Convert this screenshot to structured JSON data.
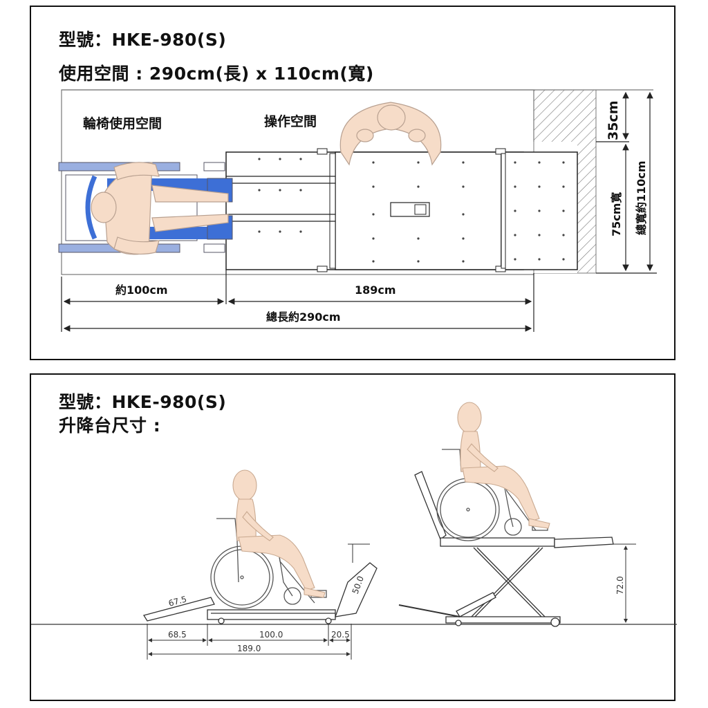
{
  "top_panel": {
    "model_line": "型號：HKE-980(S)",
    "space_line": "使用空間 : 290cm(長) x 110cm(寬)",
    "labels": {
      "wheelchair_area": "輪椅使用空間",
      "operation_area": "操作空間"
    },
    "dimensions": {
      "approx_100": "約100cm",
      "length_189": "189cm",
      "total_length": "總長約290cm",
      "clearance_35": "35cm",
      "width_75": "75cm寬",
      "total_width": "總寬約110cm"
    }
  },
  "bottom_panel": {
    "model_line": "型號：HKE-980(S)",
    "size_line": "升降台尺寸 :",
    "dimensions": {
      "ramp_length": "67.5",
      "ramp_base": "68.5",
      "platform": "100.0",
      "rear": "20.5",
      "total": "189.0",
      "flap_height": "50.0",
      "lift_height": "72.0"
    }
  },
  "colors": {
    "skin": "#f6dcc8",
    "skin_outline": "#b8a090",
    "wheelchair_blue": "#3d6fd6",
    "wheelchair_light": "#9aafe0",
    "hatch": "#777777",
    "line": "#222222"
  }
}
